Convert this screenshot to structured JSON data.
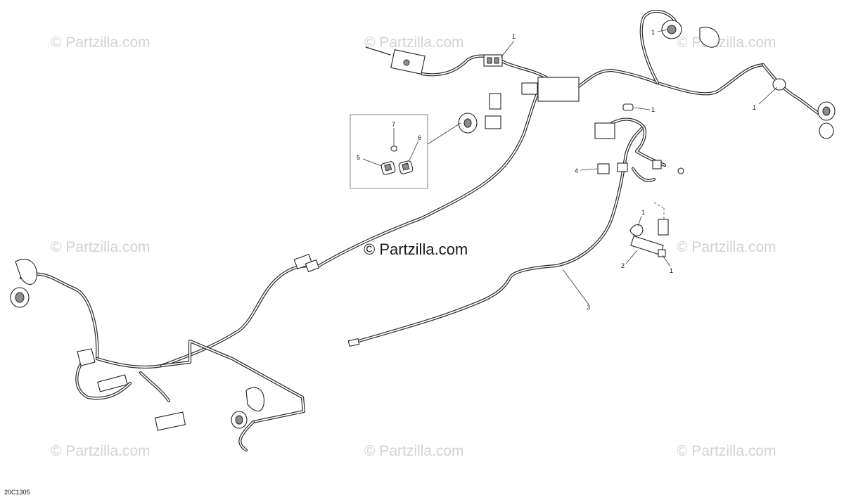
{
  "watermark": {
    "text": "© Partzilla.com",
    "center_text": "© Partzilla.com"
  },
  "diagram_code": "20C1305",
  "callouts": [
    {
      "id": "c1a",
      "label": "1"
    },
    {
      "id": "c1b",
      "label": "1"
    },
    {
      "id": "c1c",
      "label": "1"
    },
    {
      "id": "c1d",
      "label": "1"
    },
    {
      "id": "c1e",
      "label": "1"
    },
    {
      "id": "c1f",
      "label": "1"
    },
    {
      "id": "c2",
      "label": "2"
    },
    {
      "id": "c3",
      "label": "3"
    },
    {
      "id": "c4",
      "label": "4"
    },
    {
      "id": "c5",
      "label": "5"
    },
    {
      "id": "c6",
      "label": "6"
    },
    {
      "id": "c7",
      "label": "7"
    }
  ]
}
